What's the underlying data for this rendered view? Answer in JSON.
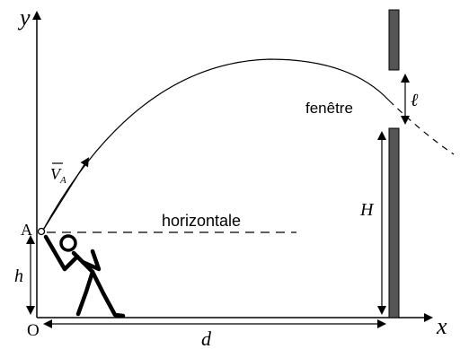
{
  "labels": {
    "y_axis": "y",
    "x_axis": "x",
    "origin": "O",
    "point_a": "A",
    "velocity_v": "V",
    "velocity_sub": "A",
    "horizontal": "horizontale",
    "height_h": "h",
    "distance_d": "d",
    "wall_height": "H",
    "window": "fenêtre",
    "window_size": "ℓ"
  },
  "colors": {
    "ink": "#000000",
    "wall": "#555555",
    "background": "#ffffff"
  }
}
